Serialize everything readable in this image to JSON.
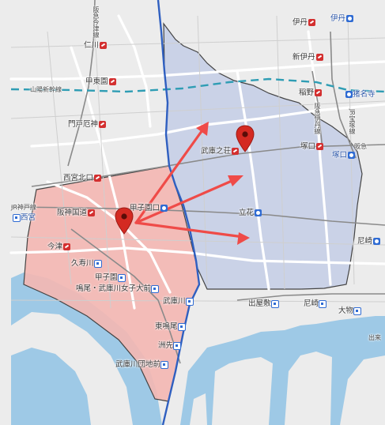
{
  "map": {
    "colors": {
      "district_a": "#f3b7b3",
      "district_b": "#c7cfe6",
      "arrow": "#ef4b48",
      "pin": "#d42a22",
      "river": "#2f5fc0",
      "water": "#9ec9e6",
      "land": "#ececec",
      "shinkansen": "#2f9db4"
    },
    "icons": [
      "pin-icon",
      "train-station-icon",
      "rail-station-icon"
    ],
    "labels": {
      "hankyu_imazu": "阪急今津線",
      "nigawa": "仁川",
      "itami": "伊丹",
      "itami2": "伊丹",
      "shinitami": "新伊丹",
      "kotoen": "甲東園",
      "sanyo_shinkansen": "山陽新幹線",
      "inano": "稲野",
      "inadera": "猪名寺",
      "jr_takarazuka": "JR宝塚線",
      "hankyu_itami": "阪急伊丹線",
      "montoyakujin": "門戸厄神",
      "mukonoso": "武庫之荘",
      "tsukaguchi": "塚口",
      "tsukaguchi2": "塚口",
      "hankyu": "阪急",
      "nishinomiyakitaguchi": "西宮北口",
      "jr_kobe": "JR神戸線",
      "nishinomiya": "西宮",
      "hanshin_kokudo": "阪神国道",
      "koshienguchi": "甲子園口",
      "tachibana": "立花",
      "amagasaki": "尼崎",
      "imazu": "今津",
      "kujigawa": "久寿川",
      "koshien": "甲子園",
      "naruo": "鳴尾・武庫川女子大前",
      "mukogawa": "武庫川",
      "izumo": "出屋敷",
      "amagasaki2": "尼崎",
      "daimotsu": "大物",
      "higashinaruo": "東鳴尾",
      "susaki": "洲先",
      "danchimae": "武庫川団地前",
      "right_edge": "出来"
    }
  }
}
